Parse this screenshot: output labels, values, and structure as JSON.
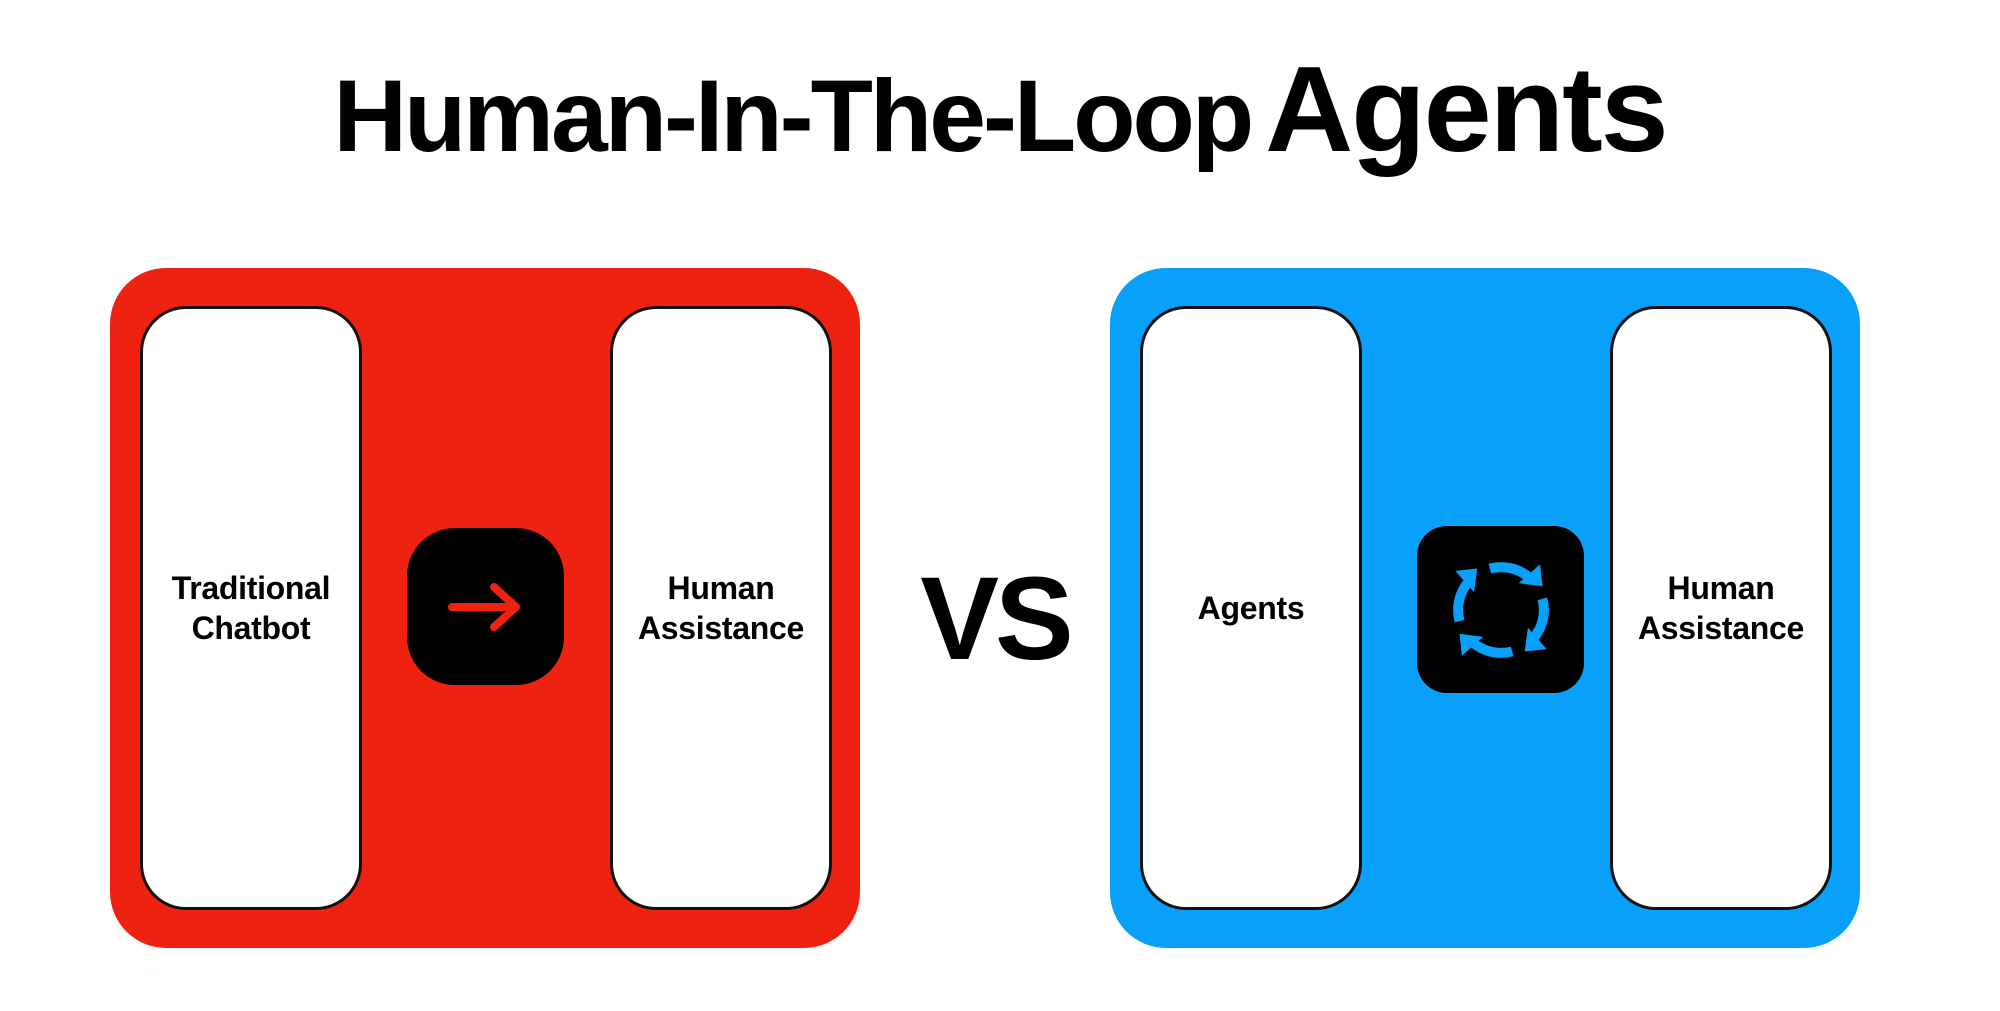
{
  "title": {
    "part_a": "Human-In-The-Loop",
    "part_b": "Agents"
  },
  "vs_label": "VS",
  "left_panel": {
    "color": "#ee2211",
    "left_box_label": "Traditional\nChatbot",
    "right_box_label": "Human\nAssistance",
    "icon": "right-arrow-icon",
    "icon_color": "#ee2211"
  },
  "right_panel": {
    "color": "#08a0f8",
    "left_box_label": "Agents",
    "right_box_label": "Human\nAssistance",
    "icon": "cycle-arrows-icon",
    "icon_color": "#08a0f8"
  }
}
